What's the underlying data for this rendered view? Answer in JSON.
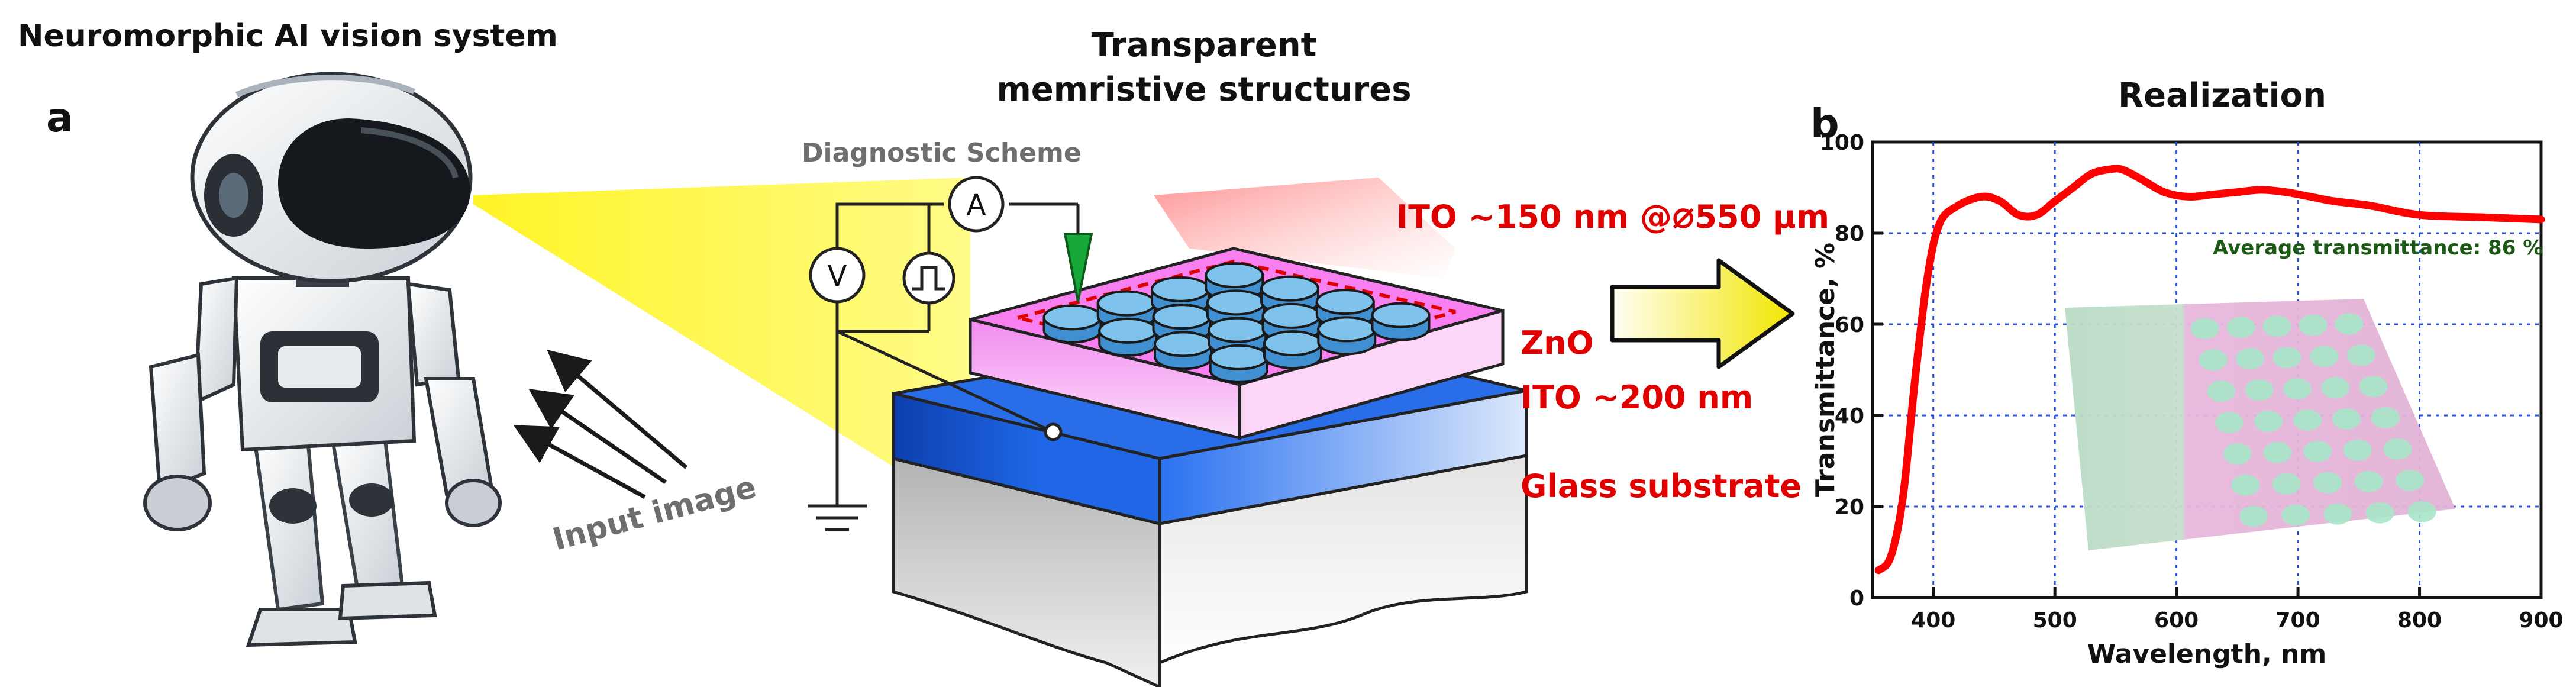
{
  "panel_a": {
    "label": "a",
    "title": "Neuromorphic AI vision system",
    "input_label": "Input image"
  },
  "device": {
    "title_line1": "Transparent",
    "title_line2": "memristive structures",
    "scheme_title": "Diagnostic Scheme",
    "meter_v": "V",
    "meter_a": "A",
    "label_top_ito": "ITO ~150 nm @",
    "label_top_ito_diameter": "⌀",
    "label_top_ito_size": "550 µm",
    "label_zno": "ZnO",
    "label_bottom_ito": "ITO ~200 nm",
    "label_glass": "Glass substrate",
    "colors": {
      "red_text": "#e00000",
      "magenta_layer": "#f77ff0",
      "blue_layer": "#1f67e6",
      "electrode": "#7fc3ec",
      "probe": "#18a83a",
      "light_beam": "#fff200"
    }
  },
  "panel_b": {
    "label": "b",
    "title": "Realization",
    "annotation": "Average transmittance: 86 %",
    "annotation_color": "#1d5a16"
  },
  "chart_data": {
    "type": "line",
    "title": "Realization",
    "xlabel": "Wavelength, nm",
    "ylabel": "Transmittance, %",
    "xlim": [
      350,
      900
    ],
    "ylim": [
      0,
      100
    ],
    "xticks": [
      400,
      500,
      600,
      700,
      800,
      900
    ],
    "yticks": [
      0,
      20,
      40,
      60,
      80,
      100
    ],
    "grid": "dotted",
    "series": [
      {
        "color": "#ff0000",
        "x": [
          355,
          365,
          375,
          385,
          395,
          405,
          420,
          440,
          455,
          470,
          485,
          500,
          515,
          530,
          545,
          555,
          570,
          590,
          610,
          630,
          650,
          670,
          690,
          710,
          730,
          760,
          800,
          850,
          900
        ],
        "y": [
          6,
          9,
          22,
          48,
          70,
          82,
          86,
          88,
          87,
          84,
          84,
          87,
          90,
          93,
          94,
          94,
          92,
          89,
          88,
          88.5,
          89,
          89.5,
          89,
          88,
          87,
          86,
          84,
          83.5,
          83
        ]
      }
    ]
  }
}
